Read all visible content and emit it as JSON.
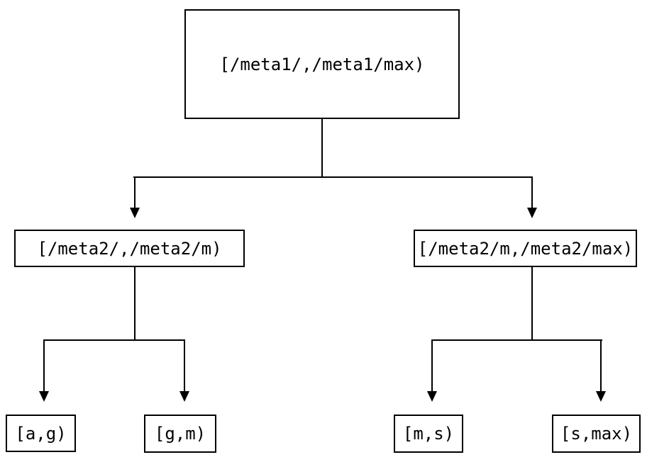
{
  "diagram": {
    "type": "interval-partition-tree",
    "background_color": "#ffffff",
    "line_color": "#000000",
    "text_color": "#000000",
    "nodes": {
      "root": {
        "label": "[/meta1/,/meta1/max)"
      },
      "meta2_low": {
        "label": "[/meta2/,/meta2/m)"
      },
      "meta2_high": {
        "label": "[/meta2/m,/meta2/max)"
      },
      "leaf_ag": {
        "label": "[a,g)"
      },
      "leaf_gm": {
        "label": "[g,m)"
      },
      "leaf_ms": {
        "label": "[m,s)"
      },
      "leaf_smax": {
        "label": "[s,max)"
      }
    },
    "edges": [
      {
        "from": "root",
        "to": "meta2_low"
      },
      {
        "from": "root",
        "to": "meta2_high"
      },
      {
        "from": "meta2_low",
        "to": "leaf_ag"
      },
      {
        "from": "meta2_low",
        "to": "leaf_gm"
      },
      {
        "from": "meta2_high",
        "to": "leaf_ms"
      },
      {
        "from": "meta2_high",
        "to": "leaf_smax"
      }
    ]
  }
}
